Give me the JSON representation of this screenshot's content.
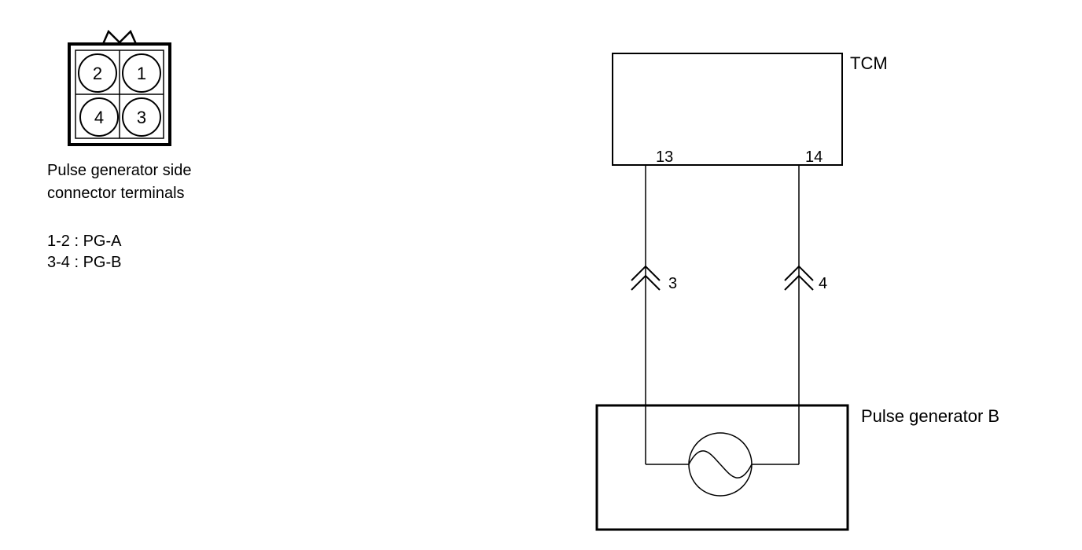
{
  "connector": {
    "pins": [
      {
        "id": "2",
        "label": "2"
      },
      {
        "id": "1",
        "label": "1"
      },
      {
        "id": "4",
        "label": "4"
      },
      {
        "id": "3",
        "label": "3"
      }
    ],
    "caption_line1": "Pulse generator side",
    "caption_line2": "connector terminals",
    "legend": [
      "1-2 : PG-A",
      "3-4 : PG-B"
    ]
  },
  "tcm": {
    "label": "TCM",
    "pin_left": "13",
    "pin_right": "14"
  },
  "harness_connector": {
    "pin_left": "3",
    "pin_right": "4"
  },
  "pulse_generator": {
    "label": "Pulse generator B"
  },
  "colors": {
    "line": "#000000",
    "background": "#ffffff"
  }
}
